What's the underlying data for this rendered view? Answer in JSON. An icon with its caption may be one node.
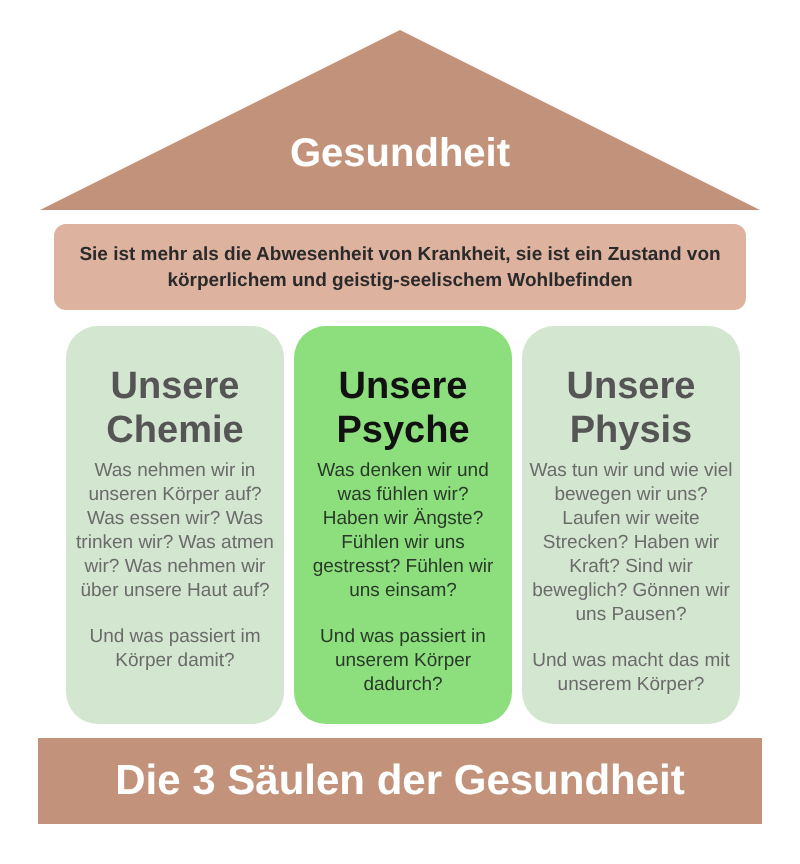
{
  "diagram": {
    "nodes": [
      {
        "text": [
          "Gesundheit"
        ]
      },
      {
        "text": [
          "Sie ist mehr als die Abwesenheit von Krankheit, sie ist ein Zustand von körperlichem und geistig-seelischem Wohlbefinden"
        ]
      },
      {
        "text": [
          "Unsere Chemie",
          "Was nehmen wir in unseren Körper auf? Was essen wir? Was trinken wir? Was atmen wir? Was nehmen wir über unsere Haut auf?",
          "Und was passiert im Körper damit?"
        ]
      },
      {
        "text": [
          "Unsere Psyche",
          "Was denken wir und was fühlen wir? Haben wir Ängste? Fühlen wir uns gestresst? Fühlen wir uns einsam?",
          "Und was passiert in unserem Körper dadurch?"
        ]
      },
      {
        "text": [
          "Unsere Physis",
          "Was tun wir und wie viel bewegen wir uns? Laufen wir weite Strecken? Haben wir Kraft? Sind wir beweglich? Gönnen wir uns Pausen?",
          "Und was macht das mit unserem Körper?"
        ]
      },
      {
        "text": [
          "Die 3 Säulen der Gesundheit"
        ]
      }
    ]
  }
}
